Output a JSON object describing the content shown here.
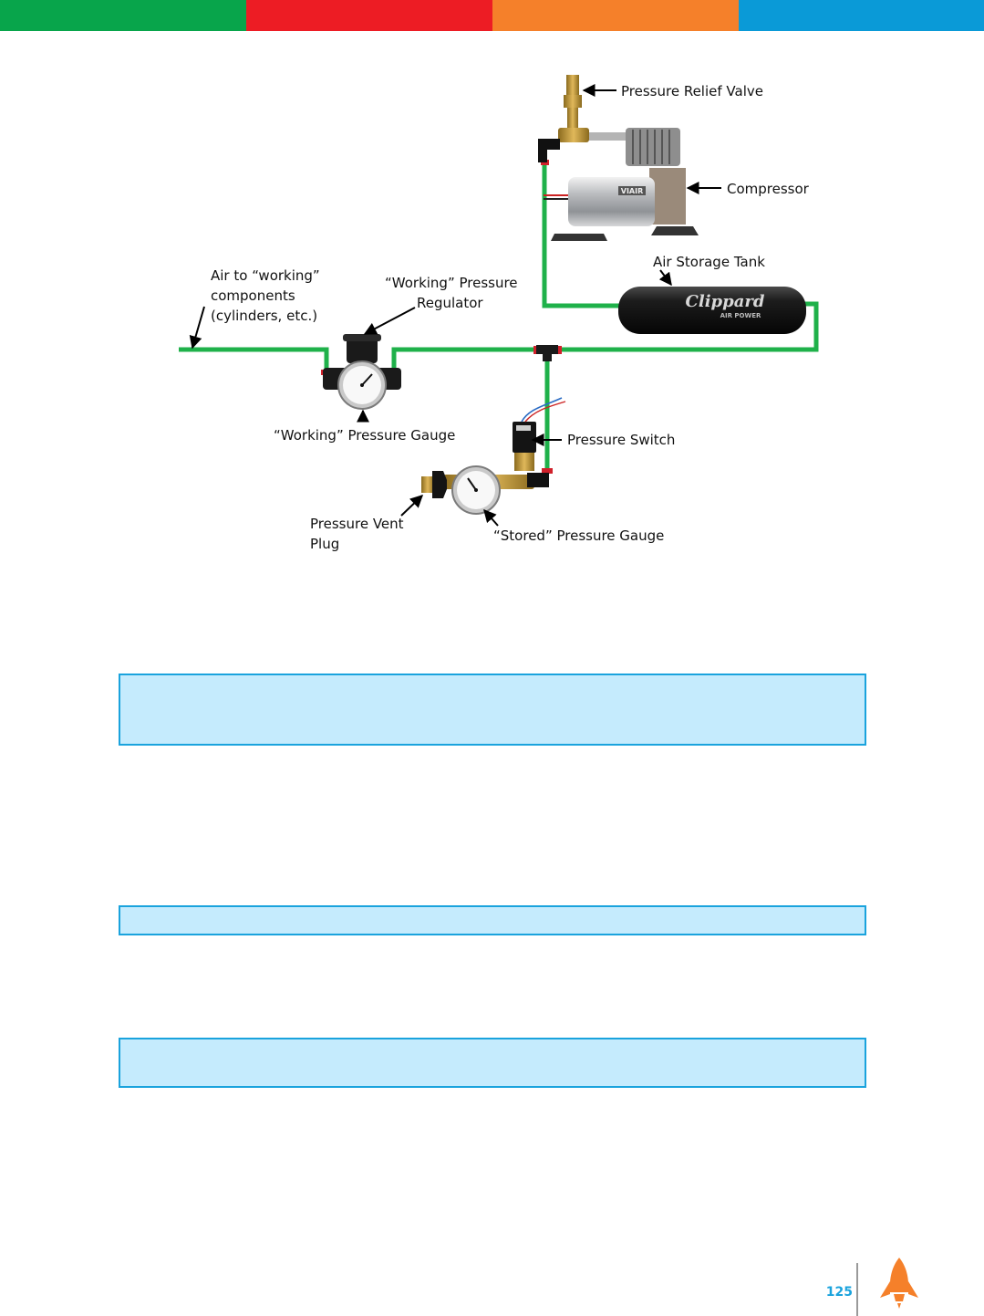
{
  "header": {
    "colors": [
      "#08a54b",
      "#ed1c24",
      "#f5802a",
      "#0a9ad7"
    ]
  },
  "diagram": {
    "tube_color": "#1fb14a",
    "labels": {
      "relief_valve": "Pressure Relief Valve",
      "compressor": "Compressor",
      "storage_tank": "Air Storage Tank",
      "air_to_working_1": "Air to “working”",
      "air_to_working_2": "components",
      "air_to_working_3": "(cylinders, etc.)",
      "regulator_1": "“Working” Pressure",
      "regulator_2": "Regulator",
      "working_gauge": "“Working” Pressure Gauge",
      "pressure_switch": "Pressure Switch",
      "vent_plug_1": "Pressure Vent",
      "vent_plug_2": "Plug",
      "stored_gauge": "“Stored” Pressure Gauge",
      "tank_brand": "Clippard",
      "tank_sub": "AIR POWER",
      "compressor_brand": "VIAIR"
    }
  },
  "footer": {
    "page_number": "125",
    "logo_icon": "rocket-icon"
  }
}
